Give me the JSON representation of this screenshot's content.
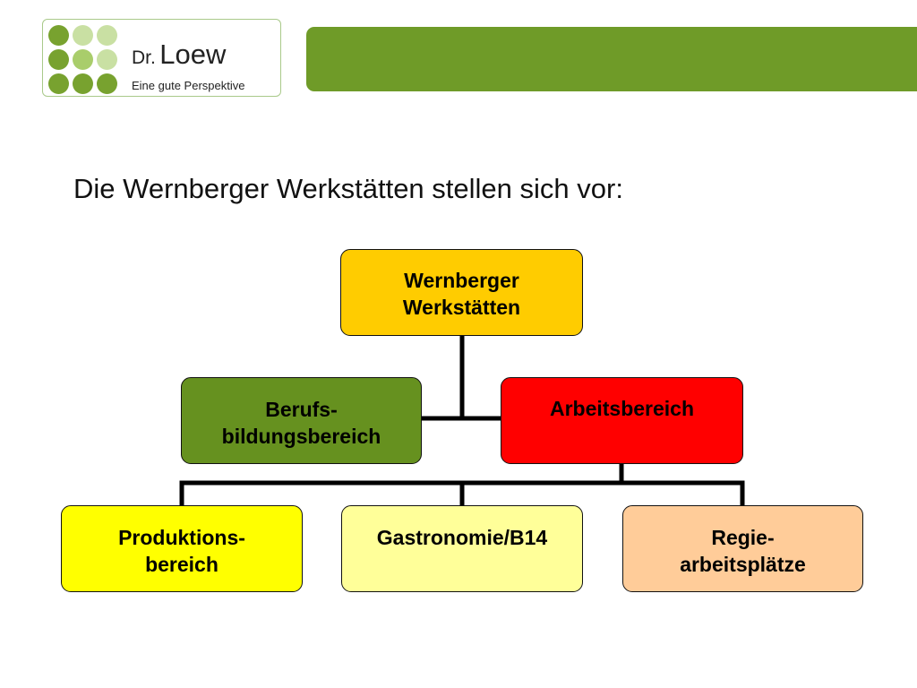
{
  "logo": {
    "brand_prefix": "Dr.",
    "brand_name": "Loew",
    "tagline": "Eine gute Perspektive",
    "dot_colors": [
      "#78a22f",
      "#c9e0a3",
      "#c9e0a3",
      "#78a22f",
      "#a9cd6b",
      "#c9e0a3",
      "#78a22f",
      "#78a22f",
      "#78a22f"
    ]
  },
  "header_bar_color": "#6f9b28",
  "slide_title": "Die Wernberger Werkstätten stellen sich vor:",
  "org_chart": {
    "root": {
      "label": "Wernberger\nWerkstätten",
      "color": "#ffcc00"
    },
    "level1": [
      {
        "label": "Berufs-\nbildungsbereich",
        "color": "#66911f"
      },
      {
        "label": "Arbeitsbereich",
        "color": "#ff0000"
      }
    ],
    "level2": [
      {
        "label": "Produktions-\nbereich",
        "color": "#ffff00"
      },
      {
        "label": "Gastronomie/B14",
        "color": "#ffff99"
      },
      {
        "label": "Regie-\narbeitsplätze",
        "color": "#ffcc99"
      }
    ]
  }
}
